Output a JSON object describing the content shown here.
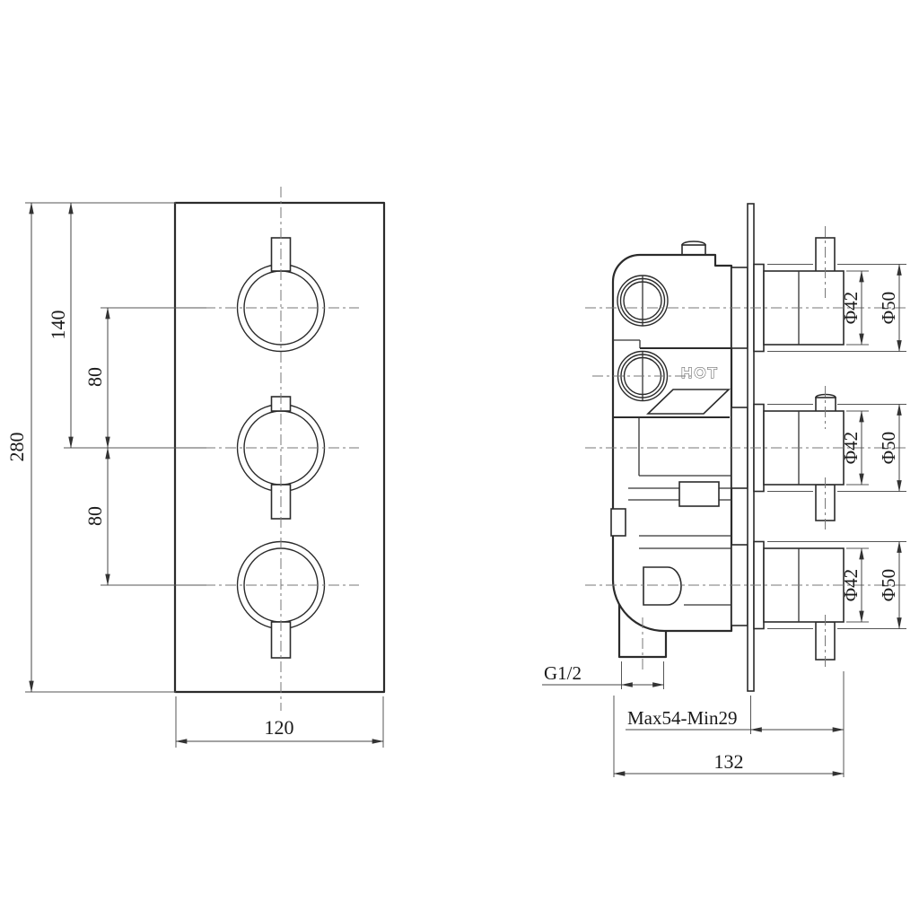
{
  "drawing": {
    "front_view": {
      "dim_height": "280",
      "dim_top_to_middle": "140",
      "dim_spacing_upper": "80",
      "dim_spacing_lower": "80",
      "dim_width": "120"
    },
    "side_view": {
      "hot_label": "HOT",
      "knob_dims": [
        {
          "inner": "Φ42",
          "outer": "Φ50"
        },
        {
          "inner": "Φ42",
          "outer": "Φ50"
        },
        {
          "inner": "Φ42",
          "outer": "Φ50"
        }
      ],
      "dim_thread": "G1/2",
      "dim_depth_range": "Max54-Min29",
      "dim_total_depth": "132"
    }
  }
}
